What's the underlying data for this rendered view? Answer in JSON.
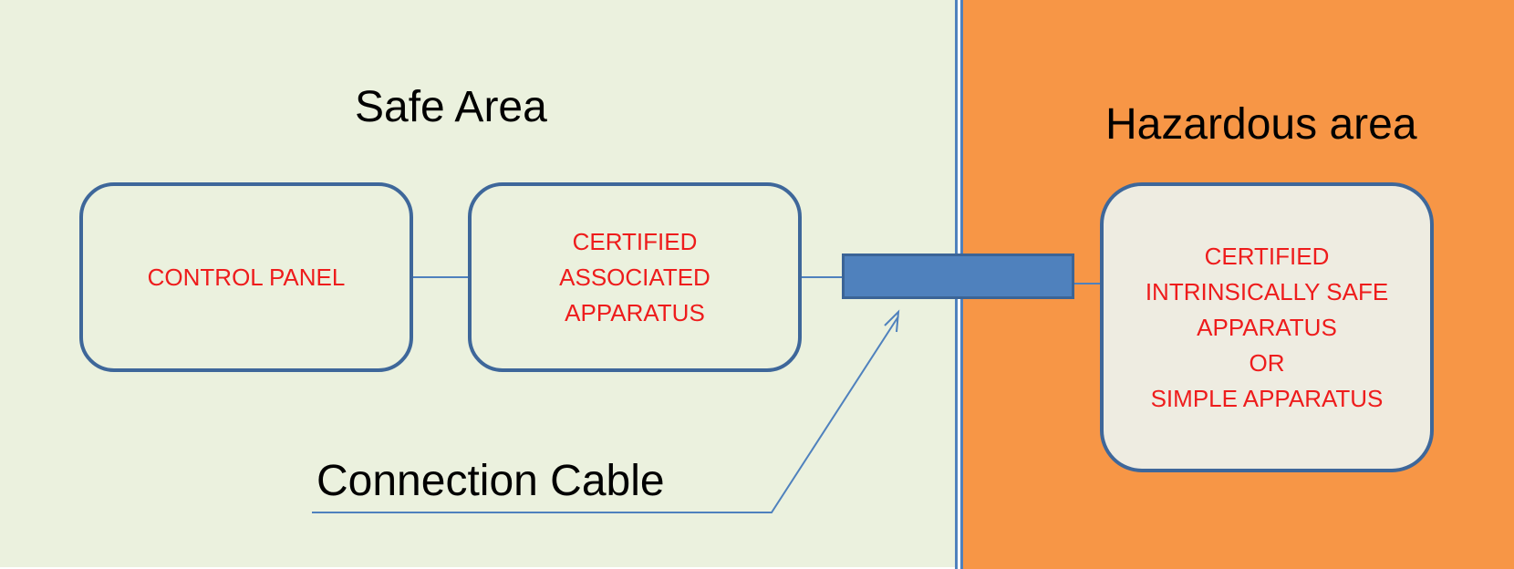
{
  "safe_area": {
    "title": "Safe Area",
    "color": "#ebf1de"
  },
  "hazardous_area": {
    "title": "Hazardous area",
    "color": "#f79646"
  },
  "boxes": {
    "control_panel": {
      "lines": [
        "CONTROL PANEL"
      ]
    },
    "associated_apparatus": {
      "lines": [
        "CERTIFIED",
        "ASSOCIATED",
        "APPARATUS"
      ]
    },
    "is_apparatus": {
      "lines": [
        "CERTIFIED",
        "INTRINSICALLY SAFE",
        "APPARATUS",
        "OR",
        "SIMPLE APPARATUS"
      ]
    }
  },
  "cable": {
    "label": "Connection Cable",
    "color": "#4f81bd"
  },
  "colors": {
    "box_border": "#3e679a",
    "box_text": "#ee1c1c",
    "connector": "#4f81bd"
  }
}
